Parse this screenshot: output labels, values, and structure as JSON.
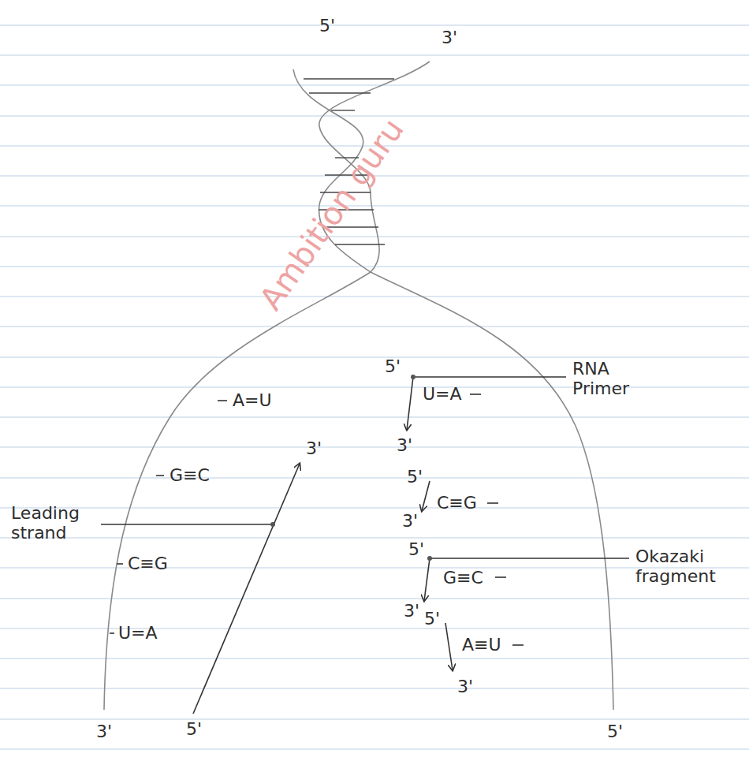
{
  "diagram": {
    "labels": [
      "5'",
      "3'",
      "A=U",
      "3'",
      "5'",
      "U=A",
      "RNA Primer",
      "3'",
      "G≡C",
      "Leading strand",
      "5'",
      "C≡G",
      "C≡G",
      "3'",
      "5'",
      "G≡C",
      "Okazaki fragment",
      "3'",
      "U=A",
      "5'",
      "A≡U",
      "3'",
      "3'",
      "5'",
      "5'",
      "Ambition guru"
    ]
  }
}
